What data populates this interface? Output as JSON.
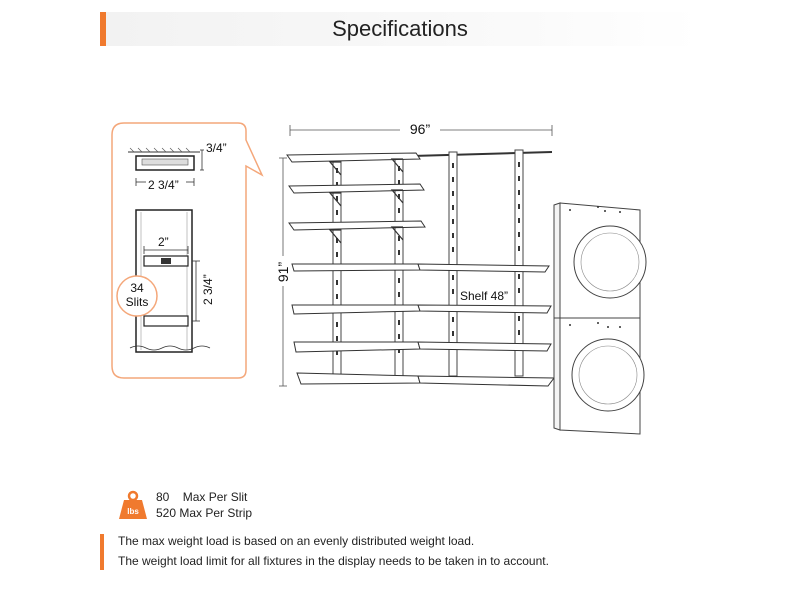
{
  "header": {
    "title": "Specifications"
  },
  "diagram": {
    "overall_width": "96”",
    "overall_height": "91”",
    "shelf_label": "Shelf 48”",
    "callout": {
      "bracket_depth": "3/4”",
      "bracket_width": "2 3/4”",
      "strip_width": "2”",
      "slit_spacing": "2 3/4”",
      "slit_count": "34",
      "slit_count_label": "Slits"
    }
  },
  "weights": {
    "icon_label": "lbs",
    "per_slit_value": "80",
    "per_slit_label": "Max Per Slit",
    "per_strip_value": "520",
    "per_strip_label": "Max Per Strip"
  },
  "notes": [
    "The max weight load is based on an evenly distributed weight load.",
    "The weight load limit for all fixtures in the display needs to be taken in to account."
  ],
  "colors": {
    "accent": "#f07a2e",
    "callout_border": "#f4a77a"
  }
}
